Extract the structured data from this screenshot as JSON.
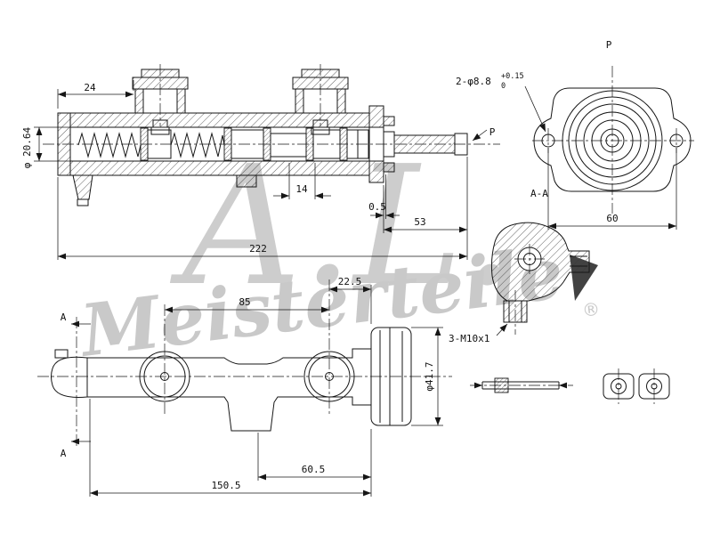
{
  "drawing": {
    "main_view": {
      "dim_24": "24",
      "dim_bore": "φ 20.64",
      "dim_14": "14",
      "dim_0_5": "0.5",
      "dim_53": "53",
      "dim_222": "222",
      "port_label": "P"
    },
    "end_view": {
      "port_label": "P",
      "holes_label": "2-φ8.8",
      "tol_upper": "+0.15",
      "tol_lower": "0",
      "section_label": "A-A",
      "dim_60": "60"
    },
    "bracket_view": {
      "thread_label": "3-M10x1"
    },
    "bottom_view": {
      "dim_22_5": "22.5",
      "dim_85": "85",
      "dim_flange": "φ41.7",
      "dim_60_5": "60.5",
      "dim_150_5": "150.5",
      "section_marker": "A"
    },
    "watermark": {
      "logo_script": "A.L.",
      "brand": "Meisterteile",
      "registered": "®"
    }
  }
}
